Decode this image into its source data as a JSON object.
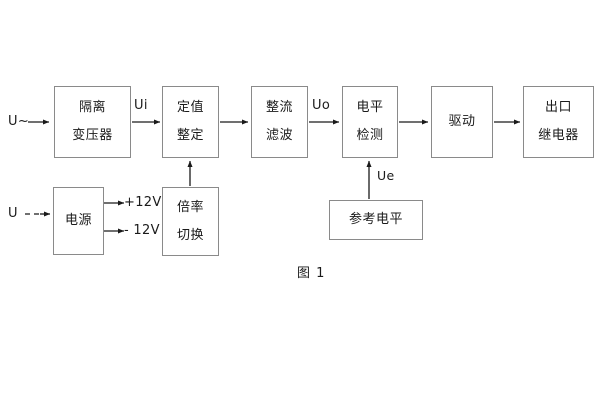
{
  "diagram": {
    "caption": "图 1",
    "background_color": "#ffffff",
    "box_border_color": "#8a8a8a",
    "line_color": "#1a1a1a",
    "blocks": [
      {
        "id": "isolation-transformer",
        "lines": [
          "隔离",
          "变压器"
        ]
      },
      {
        "id": "setpoint-setting",
        "lines": [
          "定值",
          "整定"
        ]
      },
      {
        "id": "rectify-filter",
        "lines": [
          "整流",
          "滤波"
        ]
      },
      {
        "id": "level-detection",
        "lines": [
          "电平",
          "检测"
        ]
      },
      {
        "id": "drive",
        "lines": [
          "驱动"
        ]
      },
      {
        "id": "output-relay",
        "lines": [
          "出口",
          "继电器"
        ]
      },
      {
        "id": "power-supply",
        "lines": [
          "电源"
        ]
      },
      {
        "id": "multiplier-switch",
        "lines": [
          "倍率",
          "切换"
        ]
      },
      {
        "id": "reference-level",
        "lines": [
          "参考电平"
        ]
      }
    ],
    "signals": {
      "ac_input": "U~",
      "dc_input": "U",
      "ui": "Ui",
      "uo": "Uo",
      "ue": "Ue",
      "rail_positive": "+12V",
      "rail_negative": "- 12V"
    }
  }
}
